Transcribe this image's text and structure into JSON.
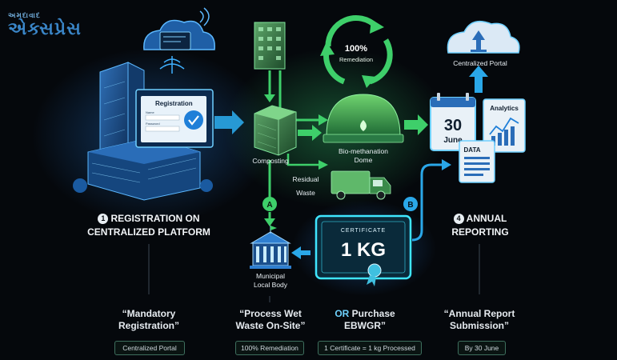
{
  "brand": {
    "top": "અમદાવાદ",
    "main": "એક્સપ્રેસ"
  },
  "screen": {
    "title": "Registration",
    "field1": "Name",
    "field2": "Password"
  },
  "cert": {
    "title": "CERTIFICATE",
    "value": "1 KG"
  },
  "cycle_text": "100%\nRemediation",
  "calendar": {
    "day": "30",
    "month": "June"
  },
  "docs": {
    "analytics": "Analytics",
    "data": "DATA"
  },
  "labels": {
    "composting": "Composting",
    "dome": "Bio-methanation\nDome",
    "residual": "Residual\nWaste",
    "portal": "Centralized Portal",
    "municipal": "Municipal\nLocal Body",
    "branch_a": "A",
    "branch_b": "B"
  },
  "steps": [
    {
      "num": "1",
      "line1": "REGISTRATION ON",
      "line2": "CENTRALIZED PLATFORM"
    },
    {
      "num": "4",
      "line1": "ANNUAL",
      "line2": "REPORTING"
    }
  ],
  "columns": [
    {
      "quote": "“Mandatory\nRegistration”",
      "pill": "Centralized Portal"
    },
    {
      "quote": "“Process Wet\nWaste On-Site”",
      "pill": "100% Remediation"
    },
    {
      "quote_accent": "OR",
      "quote_rest": " Purchase",
      "quote_line2": "EBWGR”",
      "pill": "1 Certificate = 1 kg Processed"
    },
    {
      "quote": "“Annual Report\nSubmission”",
      "pill": "By 30 June"
    }
  ],
  "colors": {
    "blue": "#2aa7e8",
    "green": "#3ecf6a",
    "cyan": "#3fe6ff",
    "bg": "#05080c"
  }
}
